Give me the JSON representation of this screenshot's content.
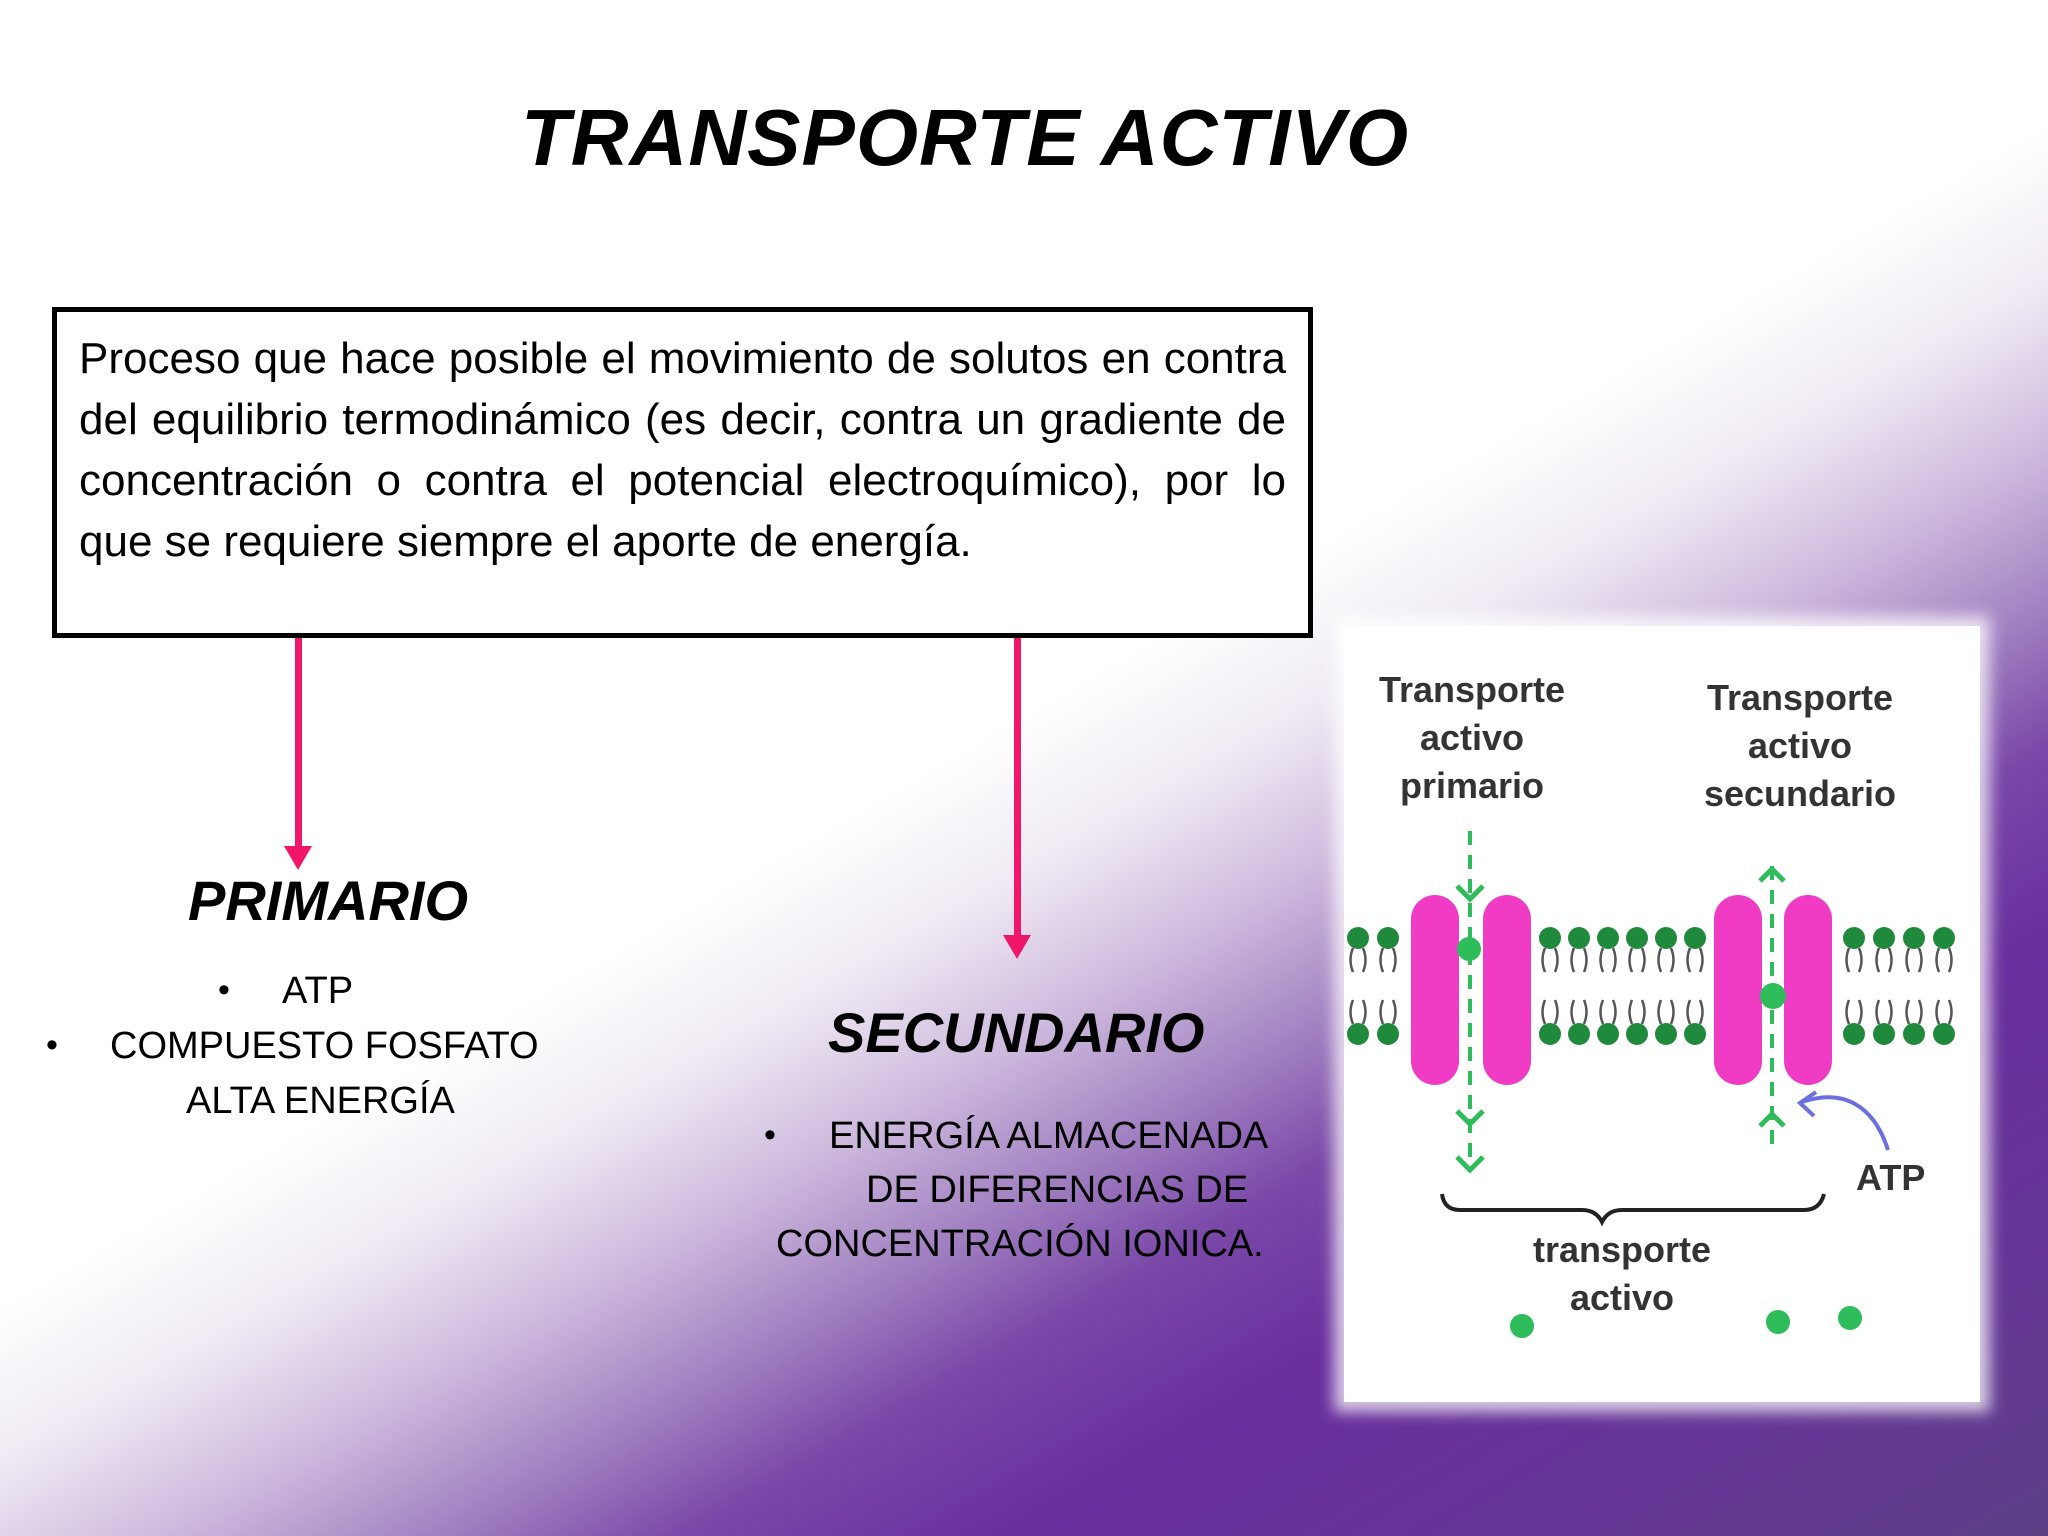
{
  "title": "TRANSPORTE ACTIVO",
  "definition": "Proceso que hace posible el movimiento de solutos en contra del equilibrio termodinámico (es decir, contra un gradiente de concentración o contra el potencial electroquímico), por lo que se requiere siempre el aporte de energía.",
  "primario": {
    "heading": "PRIMARIO",
    "bullet_1": "ATP",
    "bullet_2_line_1": "COMPUESTO FOSFATO",
    "bullet_2_line_2": "ALTA ENERGÍA"
  },
  "secundario": {
    "heading": "SECUNDARIO",
    "bullet_1_line_1": "ENERGÍA ALMACENADA",
    "bullet_1_line_2": "DE DIFERENCIAS DE",
    "bullet_1_line_3": "CONCENTRACIÓN IONICA."
  },
  "bullet_glyph": "•",
  "figure": {
    "label_primario_1": "Transporte",
    "label_primario_2": "activo",
    "label_primario_3": "primario",
    "label_secundario_1": "Transporte",
    "label_secundario_2": "activo",
    "label_secundario_3": "secundario",
    "label_atp": "ATP",
    "label_bottom_1": "transporte",
    "label_bottom_2": "activo"
  },
  "colors": {
    "arrow": "#f0176a",
    "protein": "#f03cc4",
    "lipid": "#1f8a3c",
    "solute": "#2ebd5a",
    "atp_arrow": "#6b6fe0",
    "background_purple": "#6a2e9e"
  }
}
